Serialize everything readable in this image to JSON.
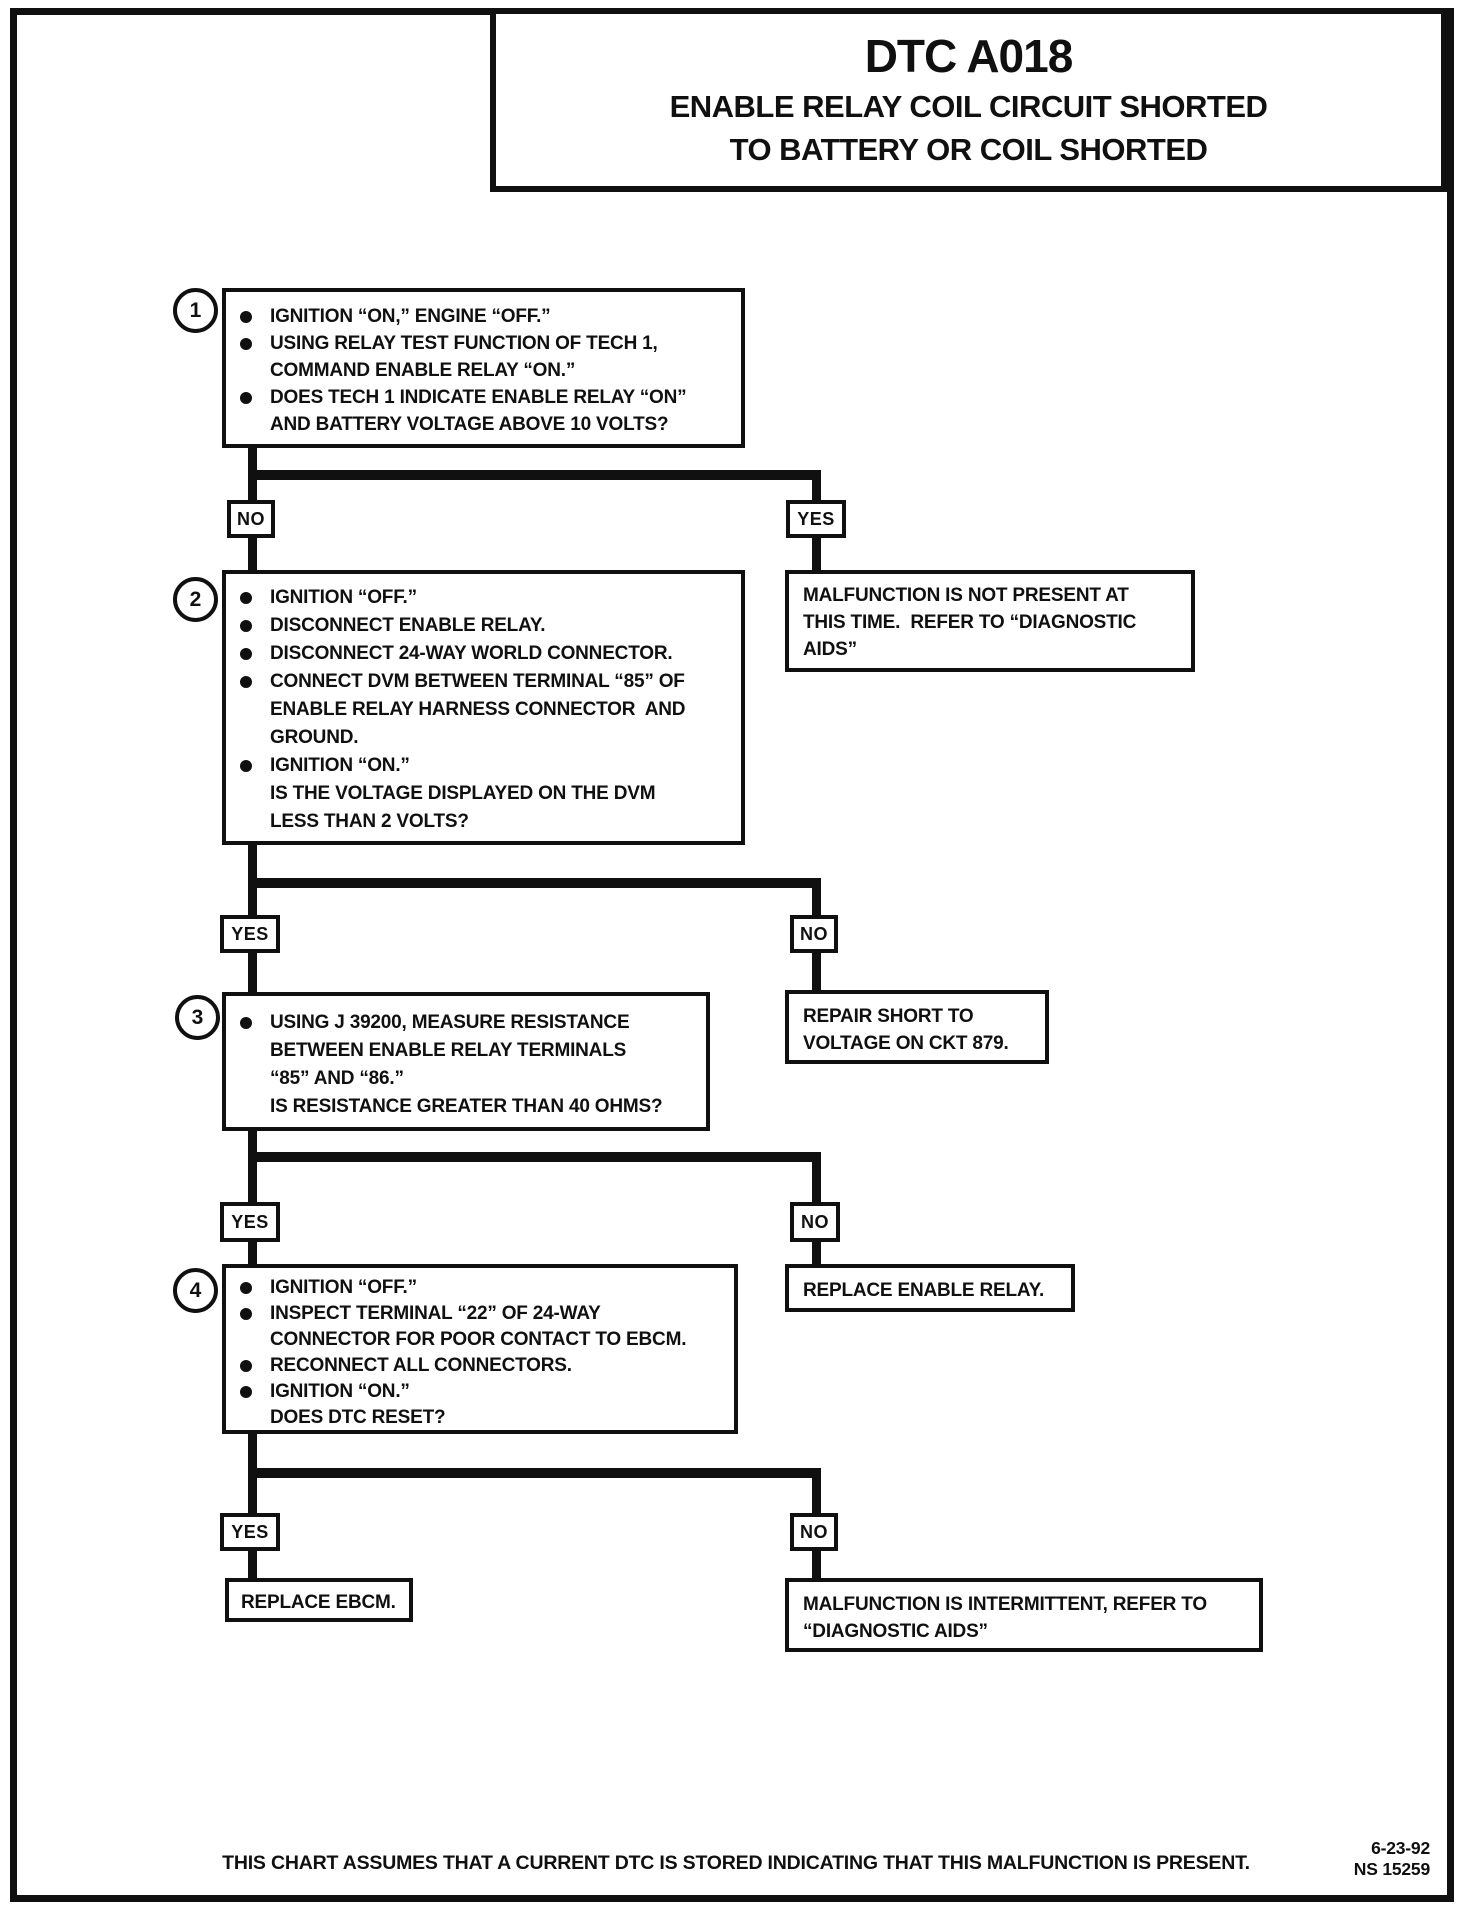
{
  "colors": {
    "ink": "#101010",
    "paper": "#ffffff"
  },
  "header": {
    "dtc": "DTC A018",
    "subtitle": [
      "ENABLE RELAY COIL CIRCUIT SHORTED",
      "TO BATTERY OR COIL SHORTED"
    ]
  },
  "steps": [
    {
      "number": "1",
      "lines": [
        {
          "b": 1,
          "t": "IGNITION “ON,” ENGINE “OFF.”"
        },
        {
          "b": 1,
          "t": "USING RELAY TEST FUNCTION OF TECH 1,"
        },
        {
          "b": 0,
          "t": "COMMAND ENABLE RELAY “ON.”"
        },
        {
          "b": 1,
          "t": "DOES TECH 1 INDICATE ENABLE RELAY “ON”"
        },
        {
          "b": 0,
          "t": "AND BATTERY VOLTAGE ABOVE 10 VOLTS?"
        }
      ]
    },
    {
      "number": "2",
      "lines": [
        {
          "b": 1,
          "t": "IGNITION “OFF.”"
        },
        {
          "b": 1,
          "t": "DISCONNECT ENABLE RELAY."
        },
        {
          "b": 1,
          "t": "DISCONNECT 24-WAY WORLD CONNECTOR."
        },
        {
          "b": 1,
          "t": "CONNECT DVM BETWEEN TERMINAL “85” OF"
        },
        {
          "b": 0,
          "t": "ENABLE RELAY HARNESS CONNECTOR  AND"
        },
        {
          "b": 0,
          "t": "GROUND."
        },
        {
          "b": 1,
          "t": "IGNITION “ON.”"
        },
        {
          "b": 0,
          "t": "IS THE VOLTAGE DISPLAYED ON THE DVM"
        },
        {
          "b": 0,
          "t": "LESS THAN 2 VOLTS?"
        }
      ]
    },
    {
      "number": "3",
      "lines": [
        {
          "b": 1,
          "t": "USING J 39200, MEASURE RESISTANCE"
        },
        {
          "b": 0,
          "t": "BETWEEN ENABLE RELAY TERMINALS"
        },
        {
          "b": 0,
          "t": "“85” AND “86.”"
        },
        {
          "b": 0,
          "t": "IS RESISTANCE GREATER THAN 40 OHMS?"
        }
      ]
    },
    {
      "number": "4",
      "lines": [
        {
          "b": 1,
          "t": "IGNITION “OFF.”"
        },
        {
          "b": 1,
          "t": "INSPECT TERMINAL “22” OF 24-WAY"
        },
        {
          "b": 0,
          "t": "CONNECTOR FOR POOR CONTACT TO EBCM."
        },
        {
          "b": 1,
          "t": "RECONNECT ALL CONNECTORS."
        },
        {
          "b": 1,
          "t": "IGNITION “ON.”"
        },
        {
          "b": 0,
          "t": "DOES DTC RESET?"
        }
      ]
    }
  ],
  "decisions": {
    "d1": {
      "left": "NO",
      "right": "YES"
    },
    "d2": {
      "left": "YES",
      "right": "NO"
    },
    "d3": {
      "left": "YES",
      "right": "NO"
    },
    "d4": {
      "left": "YES",
      "right": "NO"
    }
  },
  "outcomes": {
    "not_present": {
      "lines": [
        "MALFUNCTION IS NOT PRESENT AT",
        "THIS TIME.  REFER TO “DIAGNOSTIC",
        "AIDS”"
      ]
    },
    "repair_short": {
      "lines": [
        "REPAIR SHORT TO",
        "VOLTAGE ON CKT 879."
      ]
    },
    "replace_relay": {
      "lines": [
        "REPLACE ENABLE RELAY."
      ]
    },
    "replace_ebcm": {
      "lines": [
        "REPLACE EBCM."
      ]
    },
    "intermittent": {
      "lines": [
        "MALFUNCTION IS INTERMITTENT, REFER TO",
        "“DIAGNOSTIC AIDS”"
      ]
    }
  },
  "footer": {
    "note": "THIS CHART ASSUMES THAT A CURRENT DTC IS STORED INDICATING THAT THIS MALFUNCTION IS PRESENT.",
    "date": "6-23-92",
    "doc": "NS 15259"
  }
}
